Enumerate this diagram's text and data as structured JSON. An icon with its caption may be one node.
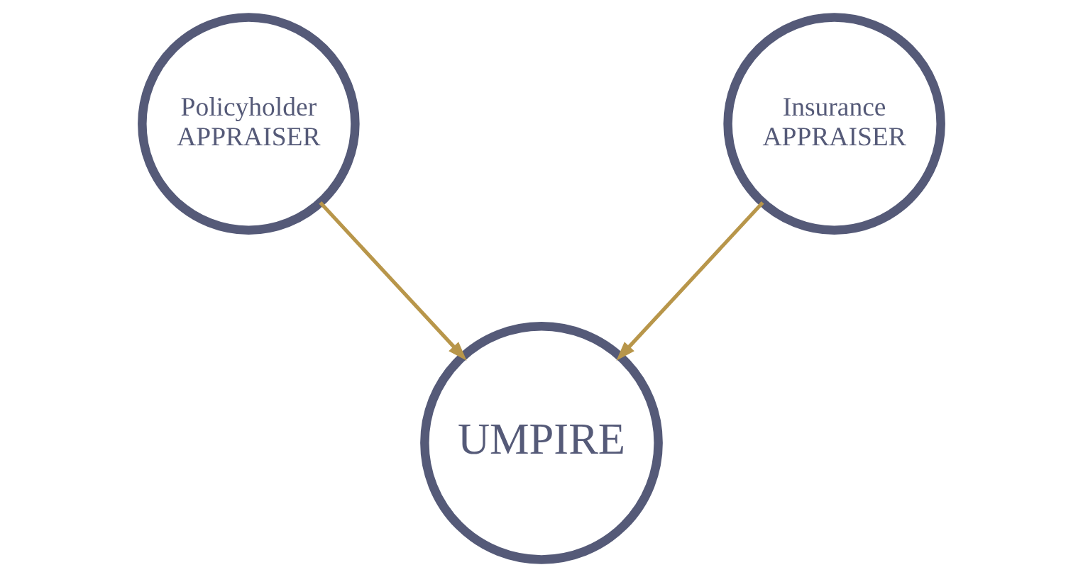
{
  "diagram": {
    "nodes": [
      {
        "text": [
          "Policyholder APPRAISER"
        ]
      },
      {
        "text": [
          "Insurance APPRAISER"
        ]
      },
      {
        "text": [
          "UMPIRE"
        ]
      }
    ],
    "edges": [
      {
        "from": 0,
        "to": 2,
        "arrow": "to"
      },
      {
        "from": 1,
        "to": 2,
        "arrow": "to"
      }
    ]
  }
}
